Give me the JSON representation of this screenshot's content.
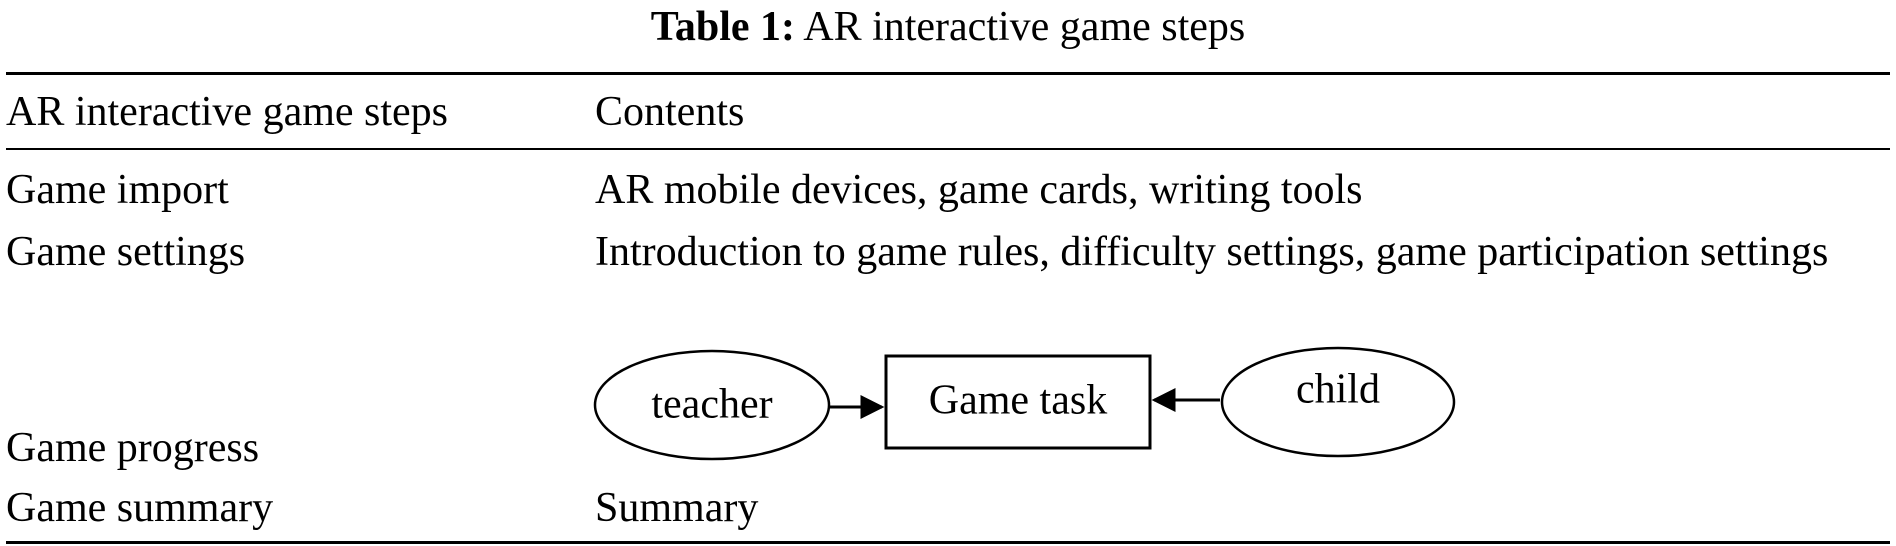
{
  "caption": {
    "label": "Table 1:",
    "title": "AR interactive game steps"
  },
  "table": {
    "headers": [
      "AR interactive game steps",
      "Contents"
    ],
    "rows": [
      {
        "step": "Game import",
        "contents": "AR mobile devices, game cards, writing tools"
      },
      {
        "step": "Game settings",
        "contents": "Introduction to game rules, difficulty settings, game participation settings"
      },
      {
        "step": "Game progress",
        "contents": ""
      },
      {
        "step": "Game summary",
        "contents": "Summary"
      }
    ]
  },
  "diagram": {
    "left_node": "teacher",
    "center_node": "Game task",
    "right_node": "child"
  }
}
